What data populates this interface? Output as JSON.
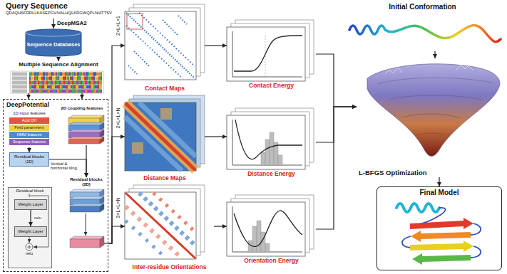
{
  "diagram": {
    "nodes": [
      {
        "text": [
          "Query Sequence",
          "QDAQHSFRRLLKASEPGVIVALHQLKRGWQPLNIATTSV"
        ]
      },
      {
        "text": [
          "Sequence Databases"
        ]
      },
      {
        "text": [
          "Multiple Sequence Alignment"
        ]
      },
      {
        "text": [
          "DeepPotential"
        ]
      },
      {
        "text": [
          "1D input features"
        ],
        "in": 3
      },
      {
        "text": [
          "Acid OH"
        ],
        "in": 4
      },
      {
        "text": [
          "Field parameters"
        ],
        "in": 4
      },
      {
        "text": [
          "HMM features"
        ],
        "in": 4
      },
      {
        "text": [
          "Sequence features"
        ],
        "in": 4
      },
      {
        "text": [
          "Residual blocks (1D)"
        ],
        "in": 3
      },
      {
        "text": [
          "2D coupling features"
        ],
        "in": 3
      },
      {
        "text": [
          "Residual blocks (2D)"
        ],
        "in": 3
      },
      {
        "text": [
          "Residual block"
        ],
        "in": 3
      },
      {
        "text": [
          "Weight Layer"
        ],
        "in": 12
      },
      {
        "text": [
          "Weight Layer"
        ],
        "in": 12
      },
      {
        "text": [
          "Contact Maps"
        ]
      },
      {
        "text": [
          "Distance Maps"
        ]
      },
      {
        "text": [
          "Inter-residue Orientations"
        ]
      },
      {
        "text": [
          "Contact Energy"
        ]
      },
      {
        "text": [
          "Distance Energy"
        ]
      },
      {
        "text": [
          "Orientation Energy"
        ]
      },
      {
        "text": [
          "Initial Conformation"
        ]
      },
      {
        "text": [
          "L-BFGS Optimization"
        ]
      },
      {
        "text": [
          "Final Model"
        ]
      }
    ],
    "edges": [
      {
        "from": 0,
        "to": 1,
        "label": "DeepMSA2",
        "arrow": "to"
      },
      {
        "from": 1,
        "to": 2,
        "arrow": "to"
      },
      {
        "from": 2,
        "to": 3,
        "arrow": "to"
      },
      {
        "from": 2,
        "to": 3,
        "arrow": "to"
      },
      {
        "from": 4,
        "to": 9,
        "arrow": "to"
      },
      {
        "from": 9,
        "to": 11,
        "label": "Vertical & horizontal tiling",
        "arrow": "to"
      },
      {
        "from": 10,
        "to": 11,
        "arrow": "to"
      },
      {
        "from": 13,
        "to": 14,
        "label": "relu",
        "arrow": "to"
      },
      {
        "from": 3,
        "to": 15,
        "arrow": "to"
      },
      {
        "from": 3,
        "to": 16,
        "arrow": "to"
      },
      {
        "from": 3,
        "to": 17,
        "arrow": "to"
      },
      {
        "from": 15,
        "to": 18,
        "arrow": "to"
      },
      {
        "from": 16,
        "to": 19,
        "arrow": "to"
      },
      {
        "from": 17,
        "to": 20,
        "arrow": "to"
      },
      {
        "from": 18,
        "to": 22,
        "arrow": "to"
      },
      {
        "from": 19,
        "to": 22,
        "arrow": "to"
      },
      {
        "from": 20,
        "to": 22,
        "arrow": "to"
      },
      {
        "from": 21,
        "to": 22,
        "arrow": "to"
      },
      {
        "from": 22,
        "to": 23,
        "arrow": "to"
      }
    ],
    "labels": [
      "2×L×L×1",
      "2×L×L×N",
      "3×L×L×N",
      "relu"
    ]
  }
}
